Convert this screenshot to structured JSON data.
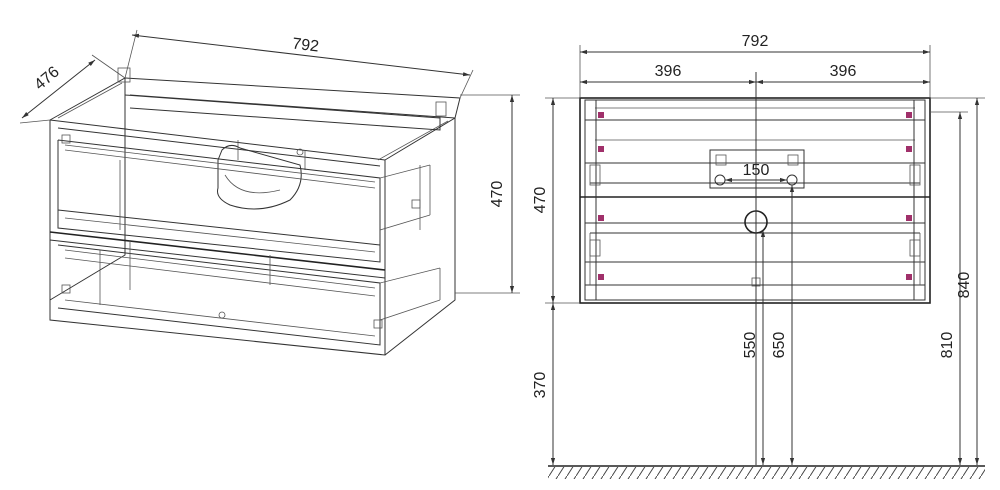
{
  "iso_view": {
    "width_label": "792",
    "depth_label": "476",
    "height_label": "470"
  },
  "front_view": {
    "width_label": "792",
    "half_left_label": "396",
    "half_right_label": "396",
    "hole_spacing_label": "150",
    "body_height_label": "470",
    "floor_to_bottom_label": "370",
    "drain_height_label": "550",
    "center_height_label": "650",
    "top_to_floor_label": "810",
    "total_height_label": "840"
  },
  "colors": {
    "line": "#333333",
    "hinge_accent": "#a0306a"
  }
}
